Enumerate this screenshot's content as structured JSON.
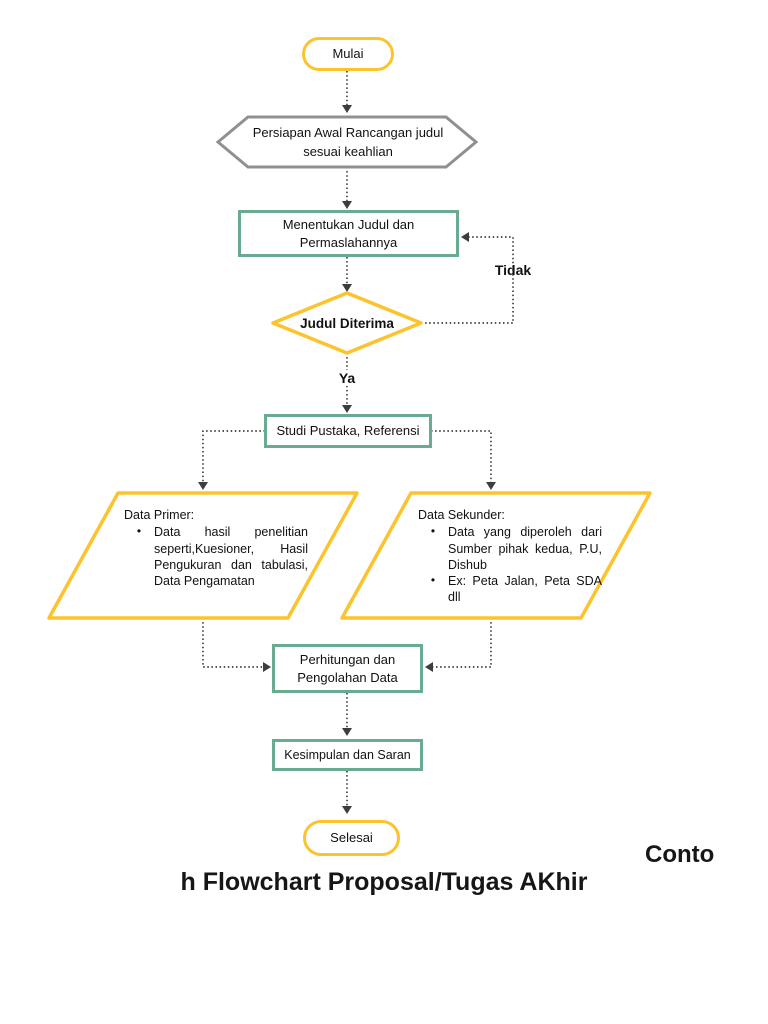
{
  "colors": {
    "accent_yellow": "#fcc32d",
    "accent_teal": "#68ab90",
    "hexagon_gray": "#909090",
    "connector_black": "#1a1a1a"
  },
  "flowchart": {
    "start": {
      "label": "Mulai"
    },
    "preparation": {
      "line1": "Persiapan Awal Rancangan judul",
      "line2": "sesuai keahlian"
    },
    "determine_title": {
      "line1": "Menentukan Judul dan",
      "line2": "Permaslahannya"
    },
    "decision": {
      "label": "Judul Diterima",
      "no_label": "Tidak",
      "yes_label": "Ya"
    },
    "literature": {
      "label": "Studi Pustaka, Referensi"
    },
    "primary_data": {
      "title": "Data Primer:",
      "bullet_glyph": "•",
      "bullets": [
        "Data hasil penelitian seperti,Kuesioner, Hasil Pengukuran dan tabulasi, Data Pengamatan"
      ]
    },
    "secondary_data": {
      "title": "Data Sekunder:",
      "bullet_glyph": "•",
      "bullets": [
        "Data yang diperoleh dari Sumber pihak kedua, P.U, Dishub",
        "Ex: Peta Jalan, Peta SDA dll"
      ]
    },
    "processing": {
      "line1": "Perhitungan dan",
      "line2": "Pengolahan Data"
    },
    "conclusion": {
      "label": "Kesimpulan dan Saran"
    },
    "end": {
      "label": "Selesai"
    }
  },
  "caption": {
    "line1": "Conto",
    "line2": "h Flowchart Proposal/Tugas AKhir"
  }
}
